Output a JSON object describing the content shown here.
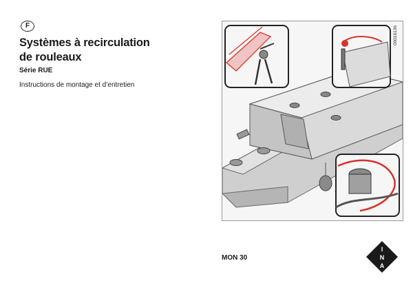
{
  "header": {
    "language_badge": "F",
    "title_line1": "Systèmes à recirculation",
    "title_line2": "de rouleaux",
    "series": "Série RUE",
    "description": "Instructions de montage et d’entretien"
  },
  "figure": {
    "code": "00016136"
  },
  "footer": {
    "doc_code": "MON 30",
    "logo_letters": [
      "I",
      "N",
      "A"
    ]
  },
  "colors": {
    "accent_red": "#d8322c",
    "text": "#1a1a1a"
  }
}
